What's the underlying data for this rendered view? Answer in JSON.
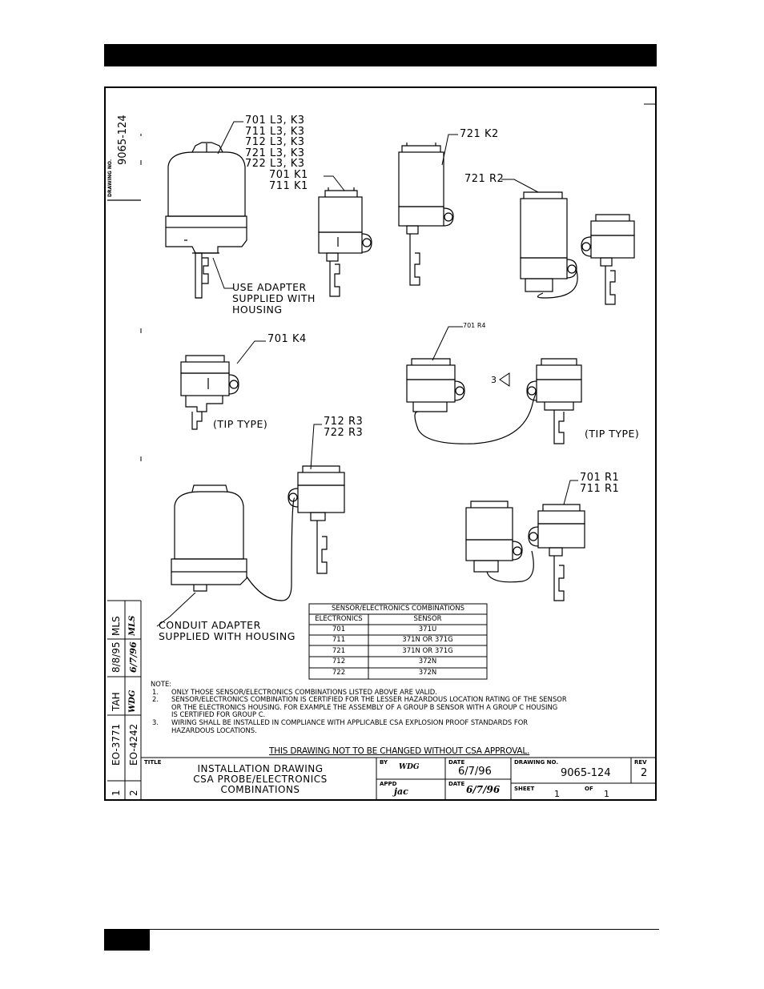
{
  "drawing_no_vertical": "9065-124",
  "drawing_no_label": "DRAWING NO.",
  "callouts": {
    "a_lines": [
      "701 L3, K3",
      "711 L3, K3",
      "712 L3, K3",
      "721 L3, K3",
      "722 L3, K3"
    ],
    "b_lines": [
      "701 K1",
      "711 K1"
    ],
    "c": "721 K2",
    "d": "721 R2",
    "adapter_lines": [
      "USE ADAPTER",
      "SUPPLIED WITH",
      "HOUSING"
    ],
    "k4": "701 K4",
    "tip1": "(TIP TYPE)",
    "r4": "701 R4",
    "triangle": "3",
    "tip2": "(TIP TYPE)",
    "r3_lines": [
      "712 R3",
      "722 R3"
    ],
    "r1_lines": [
      "701 R1",
      "711 R1"
    ],
    "conduit_lines": [
      "CONDUIT ADAPTER",
      "SUPPLIED WITH HOUSING"
    ]
  },
  "combo_table": {
    "title": "SENSOR/ELECTRONICS COMBINATIONS",
    "headers": [
      "ELECTRONICS",
      "SENSOR"
    ],
    "rows": [
      [
        "701",
        "371U"
      ],
      [
        "711",
        "371N OR 371G"
      ],
      [
        "721",
        "371N OR 371G"
      ],
      [
        "712",
        "372N"
      ],
      [
        "722",
        "372N"
      ]
    ]
  },
  "notes": {
    "heading": "NOTE:",
    "items": [
      {
        "num": "1.",
        "lines": [
          "ONLY THOSE SENSOR/ELECTRONICS COMBINATIONS LISTED ABOVE ARE VALID."
        ]
      },
      {
        "num": "2.",
        "lines": [
          "SENSOR/ELECTRONICS COMBINATION IS CERTIFIED FOR THE LESSER HAZARDOUS LOCATION RATING OF THE SENSOR",
          "OR THE ELECTRONICS HOUSING. FOR EXAMPLE THE ASSEMBLY OF A GROUP B SENSOR WITH A GROUP C HOUSING",
          "IS CERTIFIED FOR GROUP C."
        ]
      },
      {
        "num": "3.",
        "lines": [
          "WIRING SHALL BE INSTALLED IN COMPLIANCE WITH APPLICABLE CSA EXPLOSION PROOF STANDARDS FOR",
          "HAZARDOUS LOCATIONS."
        ]
      }
    ],
    "warning": "THIS DRAWING NOT TO BE CHANGED WITHOUT CSA APPROVAL."
  },
  "revisions": [
    {
      "rev": "1",
      "eco": "EO-3771",
      "by": "TAH",
      "date": "8/8/95",
      "appd": "MLS"
    },
    {
      "rev": "2",
      "eco": "EO-4242",
      "by": "WDG",
      "date": "6/7/96",
      "appd": "MLS"
    }
  ],
  "title_block": {
    "title_label": "TITLE",
    "title_lines": [
      "INSTALLATION DRAWING",
      "CSA PROBE/ELECTRONICS",
      "COMBINATIONS"
    ],
    "by_label": "BY",
    "by_value": "WDG",
    "appd_label": "APPD",
    "appd_value": "JAC",
    "date_label": "DATE",
    "date_value": "6/7/96",
    "date2_label": "DATE",
    "date2_value": "6/7/96",
    "drawing_no_label": "DRAWING NO.",
    "drawing_no": "9065-124",
    "rev_label": "REV",
    "rev": "2",
    "sheet_label": "SHEET",
    "sheet": "1",
    "of_label": "OF",
    "of": "1"
  }
}
